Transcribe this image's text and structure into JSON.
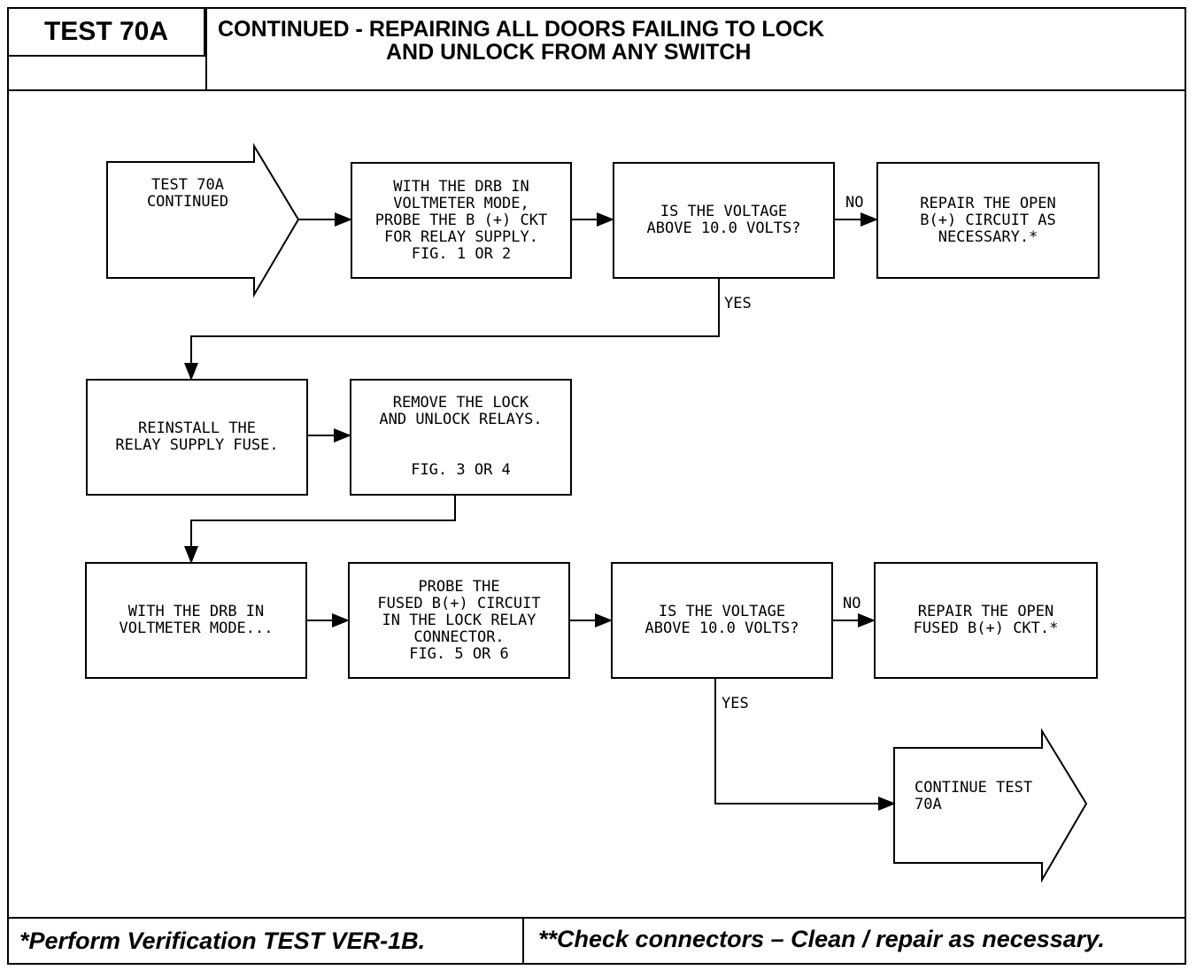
{
  "header": {
    "tag": "TEST 70A",
    "title_line1": "CONTINUED -  REPAIRING ALL DOORS FAILING TO LOCK",
    "title_line2": "AND  UNLOCK FROM ANY SWITCH"
  },
  "nodes": {
    "start": "TEST 70A\nCONTINUED",
    "probe_bplus": "WITH THE DRB IN\nVOLTMETER MODE,\nPROBE THE B (+) CKT\nFOR RELAY SUPPLY.\nFIG. 1 OR 2",
    "question1": "IS THE VOLTAGE\nABOVE 10.0 VOLTS?",
    "repair1": "REPAIR THE OPEN\nB(+) CIRCUIT AS\nNECESSARY.*",
    "reinstall": "REINSTALL THE\nRELAY SUPPLY FUSE.",
    "remove_relays": "REMOVE THE LOCK\nAND UNLOCK RELAYS.",
    "remove_relays_fig": "FIG. 3 OR 4",
    "drb_voltmeter": "WITH THE DRB IN\nVOLTMETER MODE...",
    "probe_fused": "PROBE THE\nFUSED B(+) CIRCUIT\nIN THE LOCK RELAY\nCONNECTOR.\nFIG. 5 OR 6",
    "question2": "IS THE VOLTAGE\nABOVE 10.0 VOLTS?",
    "repair2": "REPAIR THE OPEN\nFUSED B(+) CKT.*",
    "end": "CONTINUE TEST\n70A"
  },
  "edge_labels": {
    "no1": "NO",
    "yes1": "YES",
    "no2": "NO",
    "yes2": "YES"
  },
  "footer": {
    "left": "*Perform Verification TEST VER-1B.",
    "right": "**Check connectors – Clean / repair as necessary."
  }
}
